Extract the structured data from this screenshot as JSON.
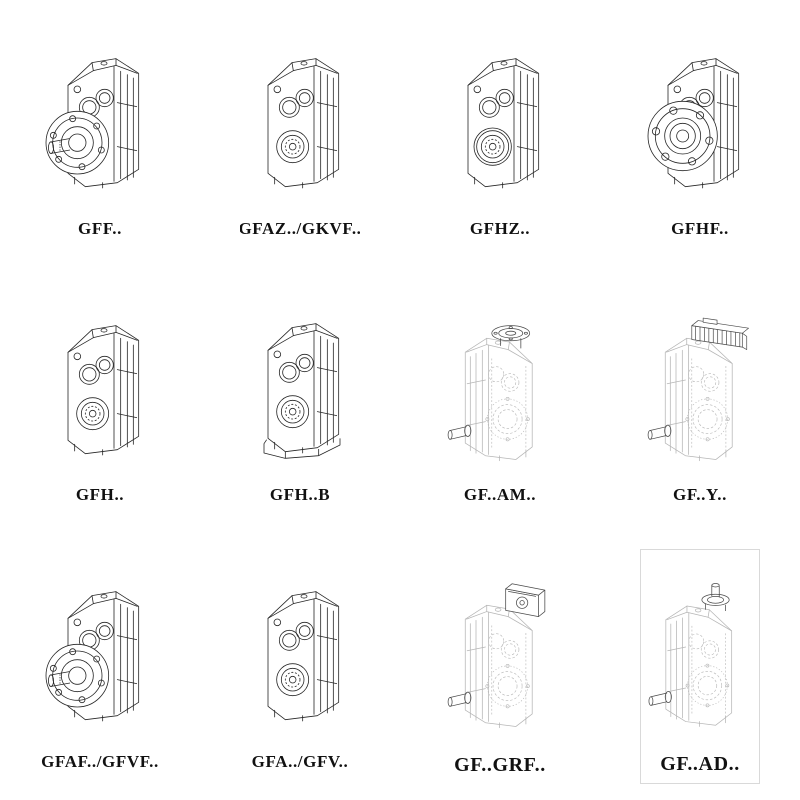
{
  "style": {
    "background": "#ffffff",
    "ink": "#262626",
    "phantom_ink": "#b6b6b6",
    "attachment_ink": "#4a4a4a",
    "label_color": "#111111"
  },
  "catalog": {
    "items": [
      {
        "label": "GFF..",
        "drawing": "parallel-shaft-gearbox-output-flange-solid-shaft"
      },
      {
        "label": "GFAZ../GKVF..",
        "drawing": "parallel-shaft-gearbox-hollow-shaft-face"
      },
      {
        "label": "GFHZ..",
        "drawing": "parallel-shaft-gearbox-hollow-shaft-face"
      },
      {
        "label": "GFHF..",
        "drawing": "parallel-shaft-gearbox-output-flange"
      },
      {
        "label": "GFH..",
        "drawing": "parallel-shaft-gearbox-hollow-shaft-face"
      },
      {
        "label": "GFH..B",
        "drawing": "parallel-shaft-gearbox-foot-mounted"
      },
      {
        "label": "GF..AM..",
        "drawing": "gearbox-phantom-with-iec-motor-flange-adapter"
      },
      {
        "label": "GF..Y..",
        "drawing": "gearbox-phantom-with-mounted-motor"
      },
      {
        "label": "GFAF../GFVF..",
        "drawing": "parallel-shaft-gearbox-output-flange-solid-shaft"
      },
      {
        "label": "GFA../GFV..",
        "drawing": "parallel-shaft-gearbox-hollow-shaft-face"
      },
      {
        "label": "GF..GRF..",
        "drawing": "gearbox-phantom-with-adapter-housing"
      },
      {
        "label": "GF..AD..",
        "drawing": "gearbox-phantom-with-input-shaft-adapter"
      }
    ]
  }
}
